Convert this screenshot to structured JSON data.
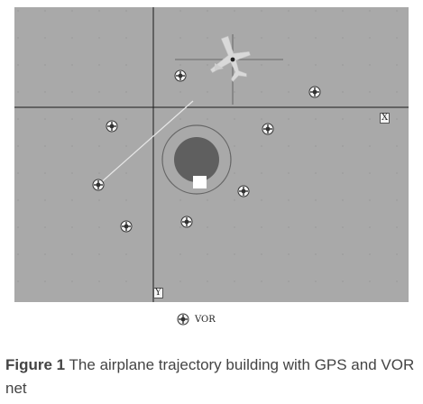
{
  "figure": {
    "axis_x_label": "X",
    "axis_y_label": "Y",
    "legend_label": "VOR",
    "caption_label": "Figure 1",
    "caption_text": "The airplane trajectory building with GPS and VOR net"
  },
  "icons": {
    "vor": "vor-beacon-icon",
    "airplane": "airplane-icon"
  },
  "colors": {
    "background": "#a9a9a9",
    "circle": "#5f5f5f",
    "trajectory": "#e8e8e8"
  }
}
